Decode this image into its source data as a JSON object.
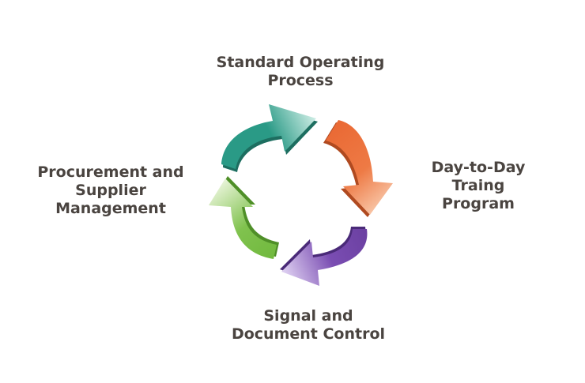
{
  "diagram": {
    "type": "cycle",
    "steps": [
      {
        "id": "top",
        "lines": [
          "Standard Operating",
          "Process"
        ],
        "color": "#2a9a86",
        "light": "#9fd6ca",
        "dark": "#1d6e60"
      },
      {
        "id": "right",
        "lines": [
          "Day-to-Day",
          "Traing",
          "Program"
        ],
        "color": "#ea6a35",
        "light": "#f7c7a6",
        "dark": "#b04a20"
      },
      {
        "id": "bottom",
        "lines": [
          "Signal and",
          "Document Control"
        ],
        "color": "#6a3fa0",
        "light": "#c9b3e3",
        "dark": "#4a2a78"
      },
      {
        "id": "left",
        "lines": [
          "Procurement and",
          "Supplier",
          "Management"
        ],
        "color": "#6fb83c",
        "light": "#d4eab9",
        "dark": "#4f8f28"
      }
    ]
  }
}
